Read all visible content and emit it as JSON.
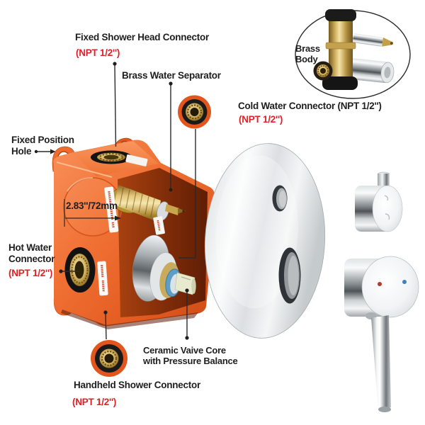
{
  "diagram": {
    "fixed_shower_head": {
      "label": "Fixed Shower Head Connector",
      "spec": "(NPT 1/2'')"
    },
    "brass_water_separator": {
      "label": "Brass Water Separator"
    },
    "cold_water": {
      "label": "Cold Water Connector (NPT 1/2'')",
      "spec": "(NPT 1/2'')"
    },
    "brass_body_inset": {
      "line1": "Brass",
      "line2": "Body"
    },
    "fixed_position_hole": {
      "line1": "Fixed Position",
      "line2": "Hole"
    },
    "dimension": {
      "label": "2.83''/72mm"
    },
    "hot_water": {
      "line1": "Hot Water",
      "line2": "Connector",
      "spec": "(NPT 1/2'')"
    },
    "ceramic_valve_core": {
      "line1": "Ceramic Vaive Core",
      "line2": "with Pressure Balance"
    },
    "handheld_shower": {
      "label": "Handheld Shower Connector",
      "spec": "(NPT 1/2'')"
    },
    "colors": {
      "valve_orange": "#ee6a30",
      "label_black": "#1f1f1f",
      "label_red": "#e51e25",
      "brass": "#c8a050",
      "chrome": "#d9dcde",
      "hot_dot": "#b23a2e",
      "cold_dot": "#3f82bb"
    }
  }
}
